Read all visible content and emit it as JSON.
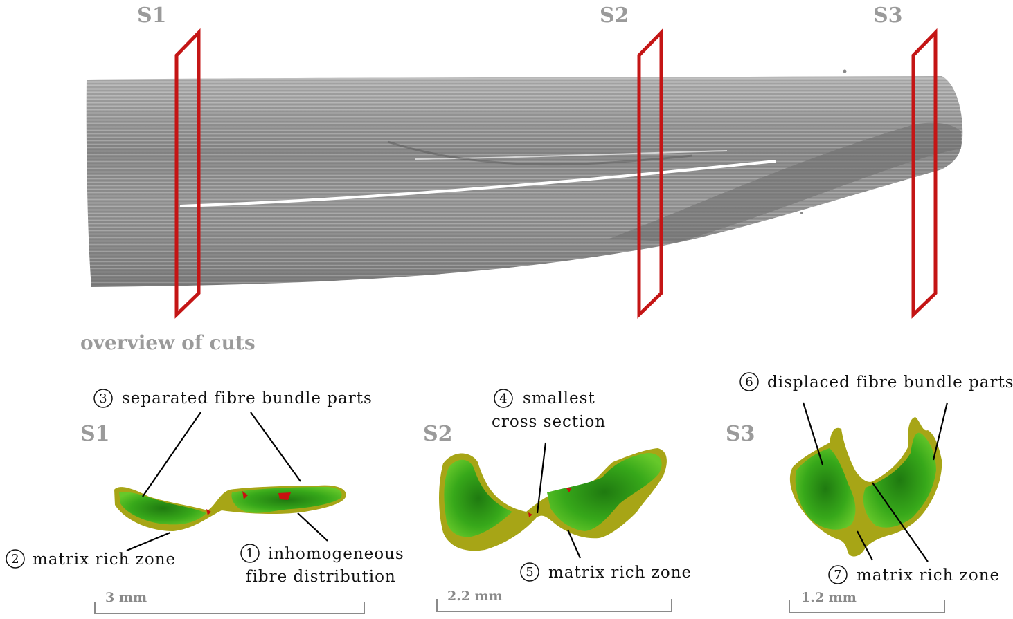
{
  "overview": {
    "title": "overview of cuts",
    "cut_labels": [
      "S1",
      "S2",
      "S3"
    ]
  },
  "sections": [
    {
      "label": "S1",
      "scale": "3 mm"
    },
    {
      "label": "S2",
      "scale": "2.2 mm"
    },
    {
      "label": "S3",
      "scale": "1.2 mm"
    }
  ],
  "annotations": [
    {
      "num": "1",
      "lines": [
        "inhomogeneous",
        "fibre distribution"
      ]
    },
    {
      "num": "2",
      "lines": [
        "matrix rich zone"
      ]
    },
    {
      "num": "3",
      "lines": [
        "separated fibre bundle parts"
      ]
    },
    {
      "num": "4",
      "lines": [
        "smallest",
        "cross section"
      ]
    },
    {
      "num": "5",
      "lines": [
        "matrix rich zone"
      ]
    },
    {
      "num": "6",
      "lines": [
        "displaced fibre bundle parts"
      ]
    },
    {
      "num": "7",
      "lines": [
        "matrix rich zone"
      ]
    }
  ],
  "colors": {
    "cut_plane": "#c41515",
    "fibre_gray": "#8e8e8e",
    "matrix_olive": "#a7a516",
    "fibre_green": "#3fb81c",
    "void_red": "#c81010"
  }
}
